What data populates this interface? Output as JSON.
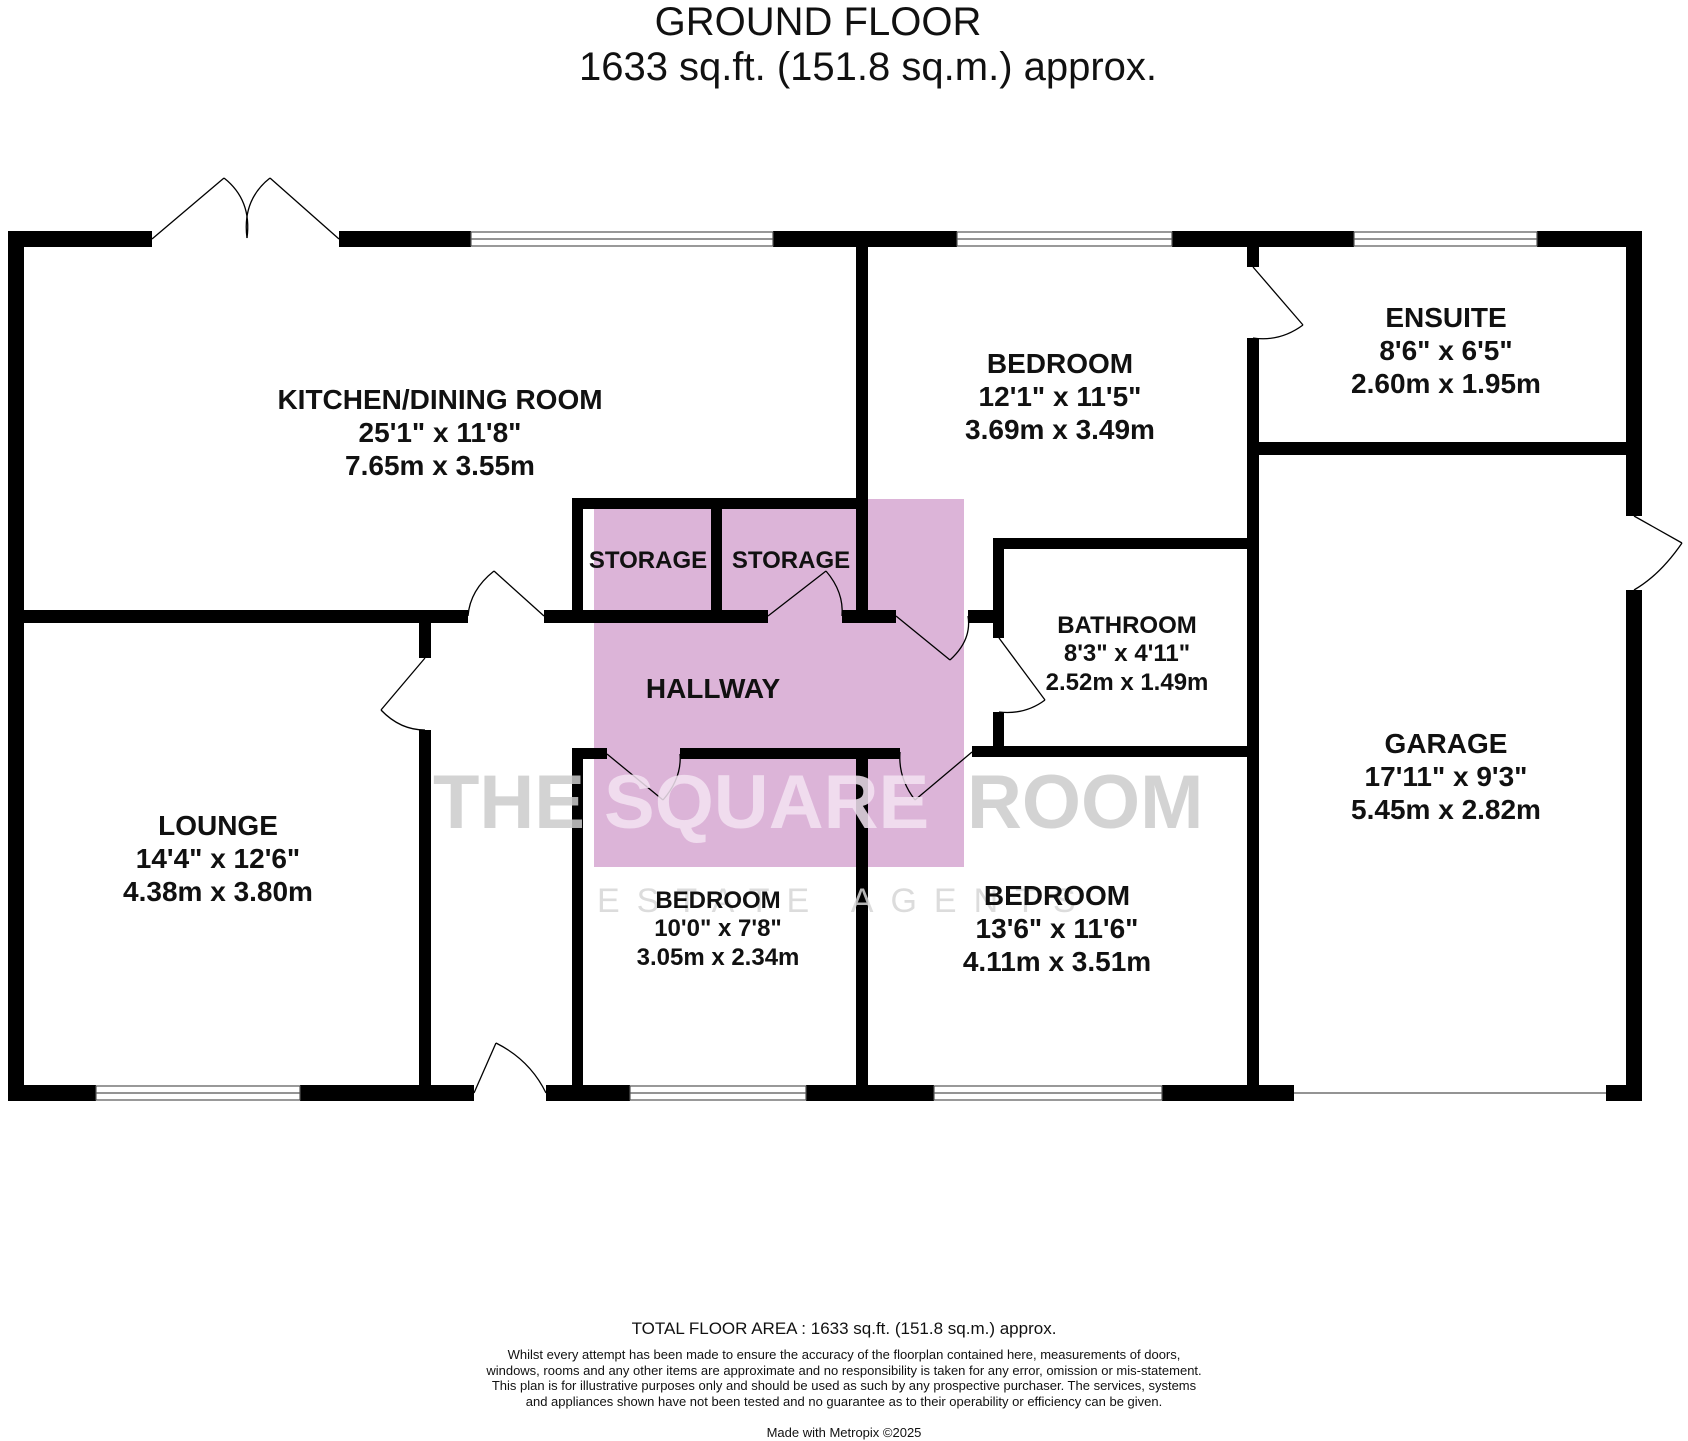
{
  "header": {
    "floor_title": "GROUND FLOOR",
    "floor_area": "1633 sq.ft. (151.8 sq.m.) approx."
  },
  "rooms": {
    "kitchen": {
      "name": "KITCHEN/DINING ROOM",
      "imperial": "25'1\"  x 11'8\"",
      "metric": "7.65m  x 3.55m"
    },
    "bedroom_top": {
      "name": "BEDROOM",
      "imperial": "12'1\"  x 11'5\"",
      "metric": "3.69m  x 3.49m"
    },
    "ensuite": {
      "name": "ENSUITE",
      "imperial": "8'6\"  x 6'5\"",
      "metric": "2.60m  x 1.95m"
    },
    "storage_1": {
      "name": "STORAGE"
    },
    "storage_2": {
      "name": "STORAGE"
    },
    "hallway": {
      "name": "HALLWAY"
    },
    "bathroom": {
      "name": "BATHROOM",
      "imperial": "8'3\"  x 4'11\"",
      "metric": "2.52m  x 1.49m"
    },
    "garage": {
      "name": "GARAGE",
      "imperial": "17'11\"  x 9'3\"",
      "metric": "5.45m  x 2.82m"
    },
    "lounge": {
      "name": "LOUNGE",
      "imperial": "14'4\"  x 12'6\"",
      "metric": "4.38m  x 3.80m"
    },
    "bedroom_small": {
      "name": "BEDROOM",
      "imperial": "10'0\"  x 7'8\"",
      "metric": "3.05m  x 2.34m"
    },
    "bedroom_bottom": {
      "name": "BEDROOM",
      "imperial": "13'6\"  x 11'6\"",
      "metric": "4.11m  x 3.51m"
    }
  },
  "watermark": {
    "brand_the": "THE",
    "brand_square": "SQUARE",
    "brand_room": "ROOM",
    "tagline": "ESTATE AGENTS",
    "brand_color": "#dcb4d8"
  },
  "footer": {
    "total_area": "TOTAL FLOOR AREA : 1633 sq.ft. (151.8 sq.m.) approx.",
    "disclaimer": "Whilst every attempt has been made to ensure the accuracy of the floorplan contained here, measurements of doors, windows, rooms and any other items are approximate and no responsibility is taken for any error, omission or mis-statement. This plan is for illustrative purposes only and should be used as such by any prospective purchaser. The services, systems and appliances shown have not been tested and no guarantee as to their operability or efficiency can be given.",
    "made_with": "Made with Metropix ©2025"
  }
}
